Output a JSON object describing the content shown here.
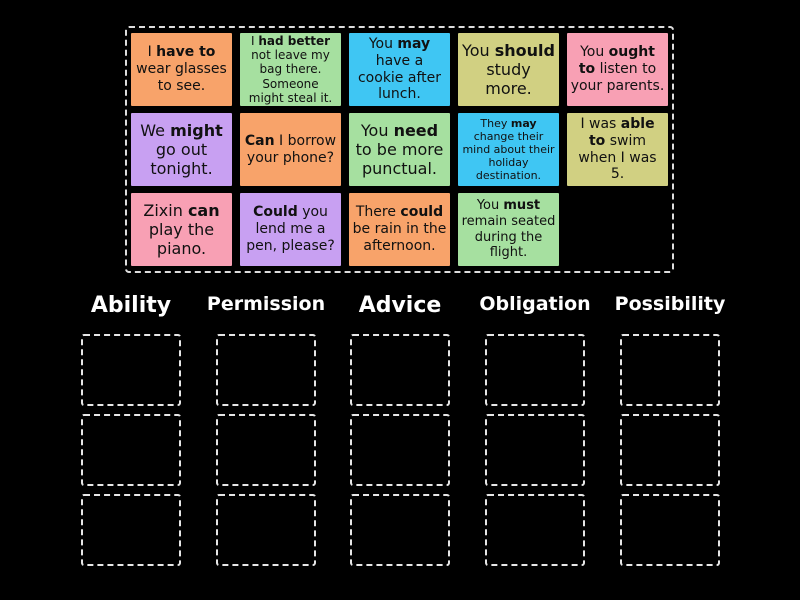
{
  "colors": {
    "orange": "#f8a36a",
    "green": "#a6e0a0",
    "blue": "#3fc6f3",
    "olive": "#d1d082",
    "pink": "#f8a0b4",
    "purple": "#c8a0f2"
  },
  "cards": [
    {
      "id": "c1",
      "color": "orange",
      "parts": [
        {
          "t": "I "
        },
        {
          "t": "have to",
          "b": true
        },
        {
          "t": " wear glasses to see."
        }
      ]
    },
    {
      "id": "c2",
      "color": "green",
      "parts": [
        {
          "t": "I "
        },
        {
          "t": "had better",
          "b": true
        },
        {
          "t": " not leave my bag there. Someone might steal it."
        }
      ]
    },
    {
      "id": "c3",
      "color": "blue",
      "parts": [
        {
          "t": "You "
        },
        {
          "t": "may",
          "b": true
        },
        {
          "t": " have a cookie after lunch."
        }
      ]
    },
    {
      "id": "c4",
      "color": "olive",
      "parts": [
        {
          "t": "You "
        },
        {
          "t": "should",
          "b": true
        },
        {
          "t": " study more."
        }
      ]
    },
    {
      "id": "c5",
      "color": "pink",
      "parts": [
        {
          "t": "You "
        },
        {
          "t": "ought to",
          "b": true
        },
        {
          "t": " listen to your parents."
        }
      ]
    },
    {
      "id": "c6",
      "color": "purple",
      "parts": [
        {
          "t": "We "
        },
        {
          "t": "might",
          "b": true
        },
        {
          "t": " go out tonight."
        }
      ]
    },
    {
      "id": "c7",
      "color": "orange",
      "parts": [
        {
          "t": "Can",
          "b": true
        },
        {
          "t": " I borrow your phone?"
        }
      ]
    },
    {
      "id": "c8",
      "color": "green",
      "parts": [
        {
          "t": "You "
        },
        {
          "t": "need",
          "b": true
        },
        {
          "t": " to be more punctual."
        }
      ]
    },
    {
      "id": "c9",
      "color": "blue",
      "parts": [
        {
          "t": "They "
        },
        {
          "t": "may",
          "b": true
        },
        {
          "t": " change their mind about their holiday destination."
        }
      ]
    },
    {
      "id": "c10",
      "color": "olive",
      "parts": [
        {
          "t": "I was "
        },
        {
          "t": "able to",
          "b": true
        },
        {
          "t": " swim when I was 5."
        }
      ]
    },
    {
      "id": "c11",
      "color": "pink",
      "parts": [
        {
          "t": "Zixin "
        },
        {
          "t": "can",
          "b": true
        },
        {
          "t": " play the piano."
        }
      ]
    },
    {
      "id": "c12",
      "color": "purple",
      "parts": [
        {
          "t": "Could",
          "b": true
        },
        {
          "t": " you lend me a pen, please?"
        }
      ]
    },
    {
      "id": "c13",
      "color": "orange",
      "parts": [
        {
          "t": "There "
        },
        {
          "t": "could",
          "b": true
        },
        {
          "t": " be rain in the afternoon."
        }
      ]
    },
    {
      "id": "c14",
      "color": "green",
      "parts": [
        {
          "t": "You "
        },
        {
          "t": "must",
          "b": true
        },
        {
          "t": " remain seated during the flight."
        }
      ]
    }
  ],
  "categories": [
    "Ability",
    "Permission",
    "Advice",
    "Obligation",
    "Possibility"
  ]
}
